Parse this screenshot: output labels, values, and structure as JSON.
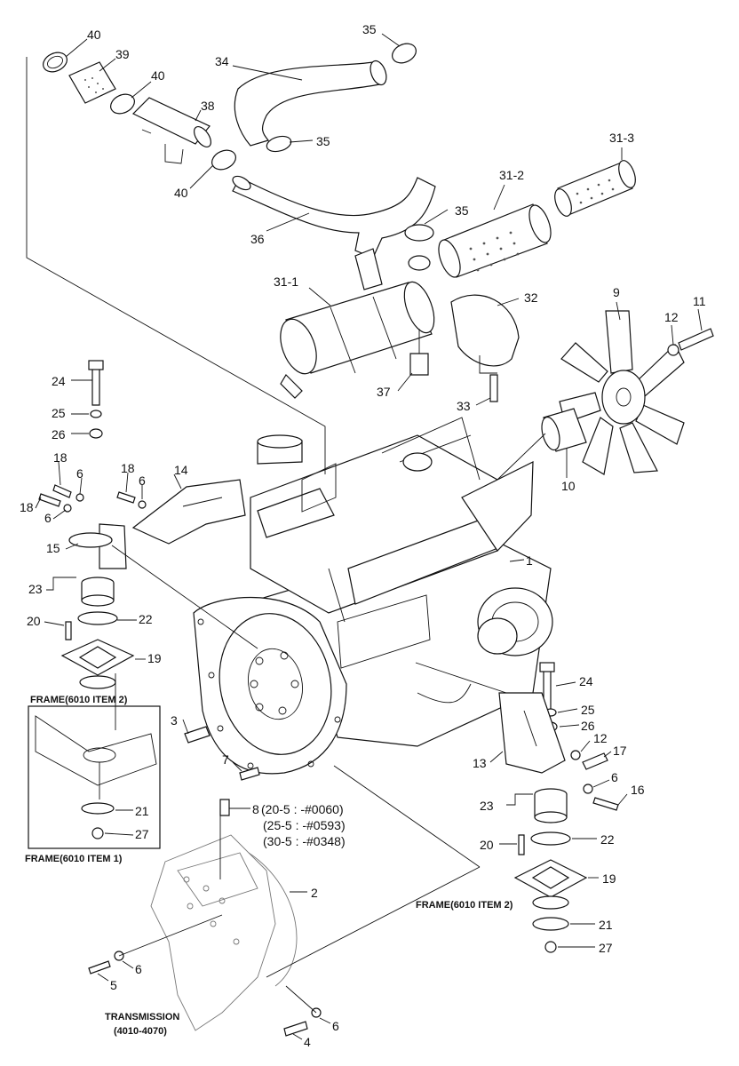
{
  "colors": {
    "line": "#111111",
    "background": "#ffffff",
    "rubber": "#8a8a8a"
  },
  "callouts": {
    "c40a": "40",
    "c39": "39",
    "c40b": "40",
    "c38": "38",
    "c40c": "40",
    "c34": "34",
    "c35a": "35",
    "c35b": "35",
    "c35c": "35",
    "c36": "36",
    "c31_3": "31-3",
    "c31_2": "31-2",
    "c31_1": "31-1",
    "c32": "32",
    "c37": "37",
    "c33": "33",
    "c9": "9",
    "c12a": "12",
    "c11": "11",
    "c10": "10",
    "c24a": "24",
    "c25a": "25",
    "c26a": "26",
    "c18a": "18",
    "c6a": "6",
    "c18b": "18",
    "c6b": "6",
    "c18c": "18",
    "c6c": "6",
    "c14": "14",
    "c15": "15",
    "c23a": "23",
    "c22a": "22",
    "c20a": "20",
    "c19a": "19",
    "c1": "1",
    "c3": "3",
    "c7": "7",
    "c21a": "21",
    "c27a": "27",
    "c8": "8",
    "c8_s1": "(20-5 : -#0060)",
    "c8_s2": "(25-5 : -#0593)",
    "c8_s3": "(30-5 : -#0348)",
    "c2": "2",
    "c6d": "6",
    "c5": "5",
    "c6e": "6",
    "c4": "4",
    "c24b": "24",
    "c25b": "25",
    "c26b": "26",
    "c12b": "12",
    "c17": "17",
    "c13": "13",
    "c6f": "6",
    "c16": "16",
    "c23b": "23",
    "c20b": "20",
    "c22b": "22",
    "c19b": "19",
    "c21b": "21",
    "c27b": "27"
  },
  "captions": {
    "frame_top": "FRAME(6010 ITEM 2)",
    "frame_bottom": "FRAME(6010 ITEM 1)",
    "frame_right": "FRAME(6010 ITEM 2)",
    "transmission": "TRANSMISSION",
    "transmission_range": "(4010-4070)"
  }
}
